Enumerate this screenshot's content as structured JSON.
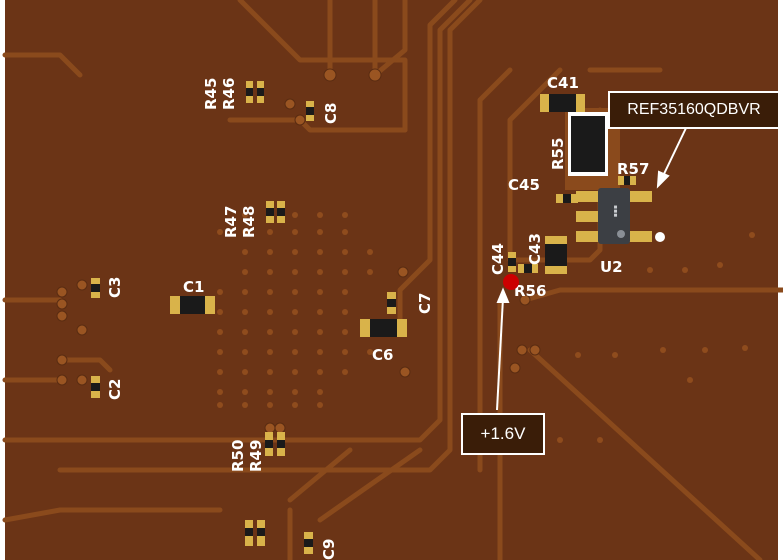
{
  "colors": {
    "board": "#6b3416",
    "trace": "#8a4a1c",
    "silk": "#ffffff",
    "pad": "#d9b34a",
    "body": "#1a1a1a",
    "chip": "#3c3f44",
    "probe": "#cc0000",
    "callout_bg": "#3a1d08"
  },
  "callouts": {
    "part_number": "REF35160QDBVR",
    "voltage": "+1.6V"
  },
  "designators": {
    "R45": "R45",
    "R46": "R46",
    "C8": "C8",
    "R47": "R47",
    "R48": "R48",
    "C3": "C3",
    "C1": "C1",
    "C2": "C2",
    "C7": "C7",
    "C6": "C6",
    "R50": "R50",
    "R49": "R49",
    "C9": "C9",
    "C41": "C41",
    "R55": "R55",
    "R57": "R57",
    "C45": "C45",
    "C44": "C44",
    "C43": "C43",
    "R56": "R56",
    "U2": "U2"
  }
}
